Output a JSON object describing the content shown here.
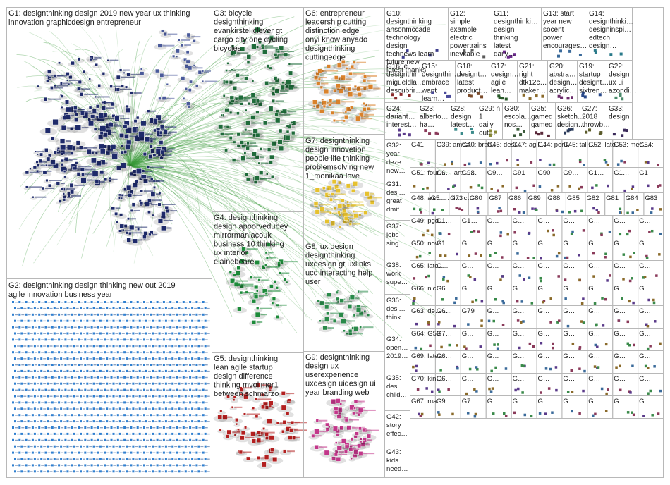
{
  "groups": [
    {
      "id": "G1",
      "label": "G1: designthinking design 2019 new year ux thinking innovation graphicdesign entrepreneur",
      "color": "#1e2a6a",
      "kind": "hub"
    },
    {
      "id": "G2",
      "label": "G2: designthinking design thinking new out 2019 agile innovation business year",
      "color": "#2f7fd0",
      "kind": "grid"
    },
    {
      "id": "G3",
      "label": "G3: bicycle designthinking evankirstel clever gt cargo city one cycling bicycles",
      "color": "#1f6b3a",
      "kind": "cluster"
    },
    {
      "id": "G4",
      "label": "G4: designthinking design apoorvedubey mirrormaniacouk business 10 thinking ux interior elainebeare",
      "color": "#1d8a3a",
      "kind": "cluster"
    },
    {
      "id": "G5",
      "label": "G5: designthinking lean agile startup design difference thinking mvollmer1 between schmarzo",
      "color": "#b32020",
      "kind": "cluster"
    },
    {
      "id": "G6",
      "label": "G6: entrepreneur leadership cutting distinction edge onyi know anyado designthinking cuttingedge",
      "color": "#d9822b",
      "kind": "cluster"
    },
    {
      "id": "G7",
      "label": "G7: designthinking design innovetion people life thinking problemsolving new 1_monikaa love",
      "color": "#e6c12e",
      "kind": "cluster"
    },
    {
      "id": "G8",
      "label": "G8: ux design designthinking uxdesign gt uxlinks ucd interacting help user",
      "color": "#2a8a4a",
      "kind": "cluster"
    },
    {
      "id": "G9",
      "label": "G9: designthinking design ux userexperience uxdesign uidesign ui year branding web",
      "color": "#c2378a",
      "kind": "cluster"
    },
    {
      "id": "G10",
      "label": "G10: designthinking ansonmccade technology design technews learn future new latest thanks",
      "color": "#3b3b8a",
      "kind": "small"
    },
    {
      "id": "G12",
      "label": "G12: simple example electric powertrains inevitable",
      "color": "#5a5a5a",
      "kind": "small"
    },
    {
      "id": "G11",
      "label": "G11: designthinki… design thinking latest daily…",
      "color": "#6a2a8a",
      "kind": "small"
    },
    {
      "id": "G13",
      "label": "G13: start year new socent power encourages…",
      "color": "#3a6a9a",
      "kind": "small"
    },
    {
      "id": "G14",
      "label": "G14: designthinki… designinspi… edtech design…",
      "color": "#2a7a8a",
      "kind": "small"
    },
    {
      "id": "G16",
      "label": "G16: e designthin… migueldla… descubrir…",
      "color": "#8a2a2a",
      "kind": "small"
    },
    {
      "id": "G15",
      "label": "G15: designthin… embrace want learn…",
      "color": "#4a4a9a",
      "kind": "small"
    },
    {
      "id": "G18",
      "label": "G18: designt… latest product…",
      "color": "#7a4a2a",
      "kind": "small"
    },
    {
      "id": "G17",
      "label": "G17: design… agile lean…",
      "color": "#2a5a2a",
      "kind": "small"
    },
    {
      "id": "G21",
      "label": "G21: right dtk12c… maker…",
      "color": "#8a6a2a",
      "kind": "small"
    },
    {
      "id": "G20",
      "label": "G20: abstra… design… acrylic…",
      "color": "#6a2a6a",
      "kind": "small"
    },
    {
      "id": "G19",
      "label": "G19: startup designt… sixtren…",
      "color": "#2a4a8a",
      "kind": "small"
    },
    {
      "id": "G22",
      "label": "G22: design ux ui azondi…",
      "color": "#4a8a6a",
      "kind": "small"
    },
    {
      "id": "G24",
      "label": "G24: dariaht… interest…",
      "color": "#5a3a8a",
      "kind": "small"
    },
    {
      "id": "G23",
      "label": "G23: alberto… ha…",
      "color": "#8a3a5a",
      "kind": "small"
    },
    {
      "id": "G28",
      "label": "G28: design latest…",
      "color": "#3a8a8a",
      "kind": "small"
    },
    {
      "id": "G29",
      "label": "G29: n 1 daily out…",
      "color": "#8a8a3a",
      "kind": "small"
    },
    {
      "id": "G30",
      "label": "G30: escola… nos…",
      "color": "#3a5a3a",
      "kind": "small"
    },
    {
      "id": "G25",
      "label": "G25: gamed… gamed…",
      "color": "#5a2a3a",
      "kind": "small"
    },
    {
      "id": "G26",
      "label": "G26: sketch… design…",
      "color": "#2a3a5a",
      "kind": "small"
    },
    {
      "id": "G27",
      "label": "G27: 2018 throwb…",
      "color": "#5a5a2a",
      "kind": "small"
    },
    {
      "id": "G33",
      "label": "G33: design",
      "color": "#3a2a5a",
      "kind": "small"
    },
    {
      "id": "G32",
      "label": "G32: year deze… new…",
      "color": "#6a6a6a",
      "kind": "small"
    },
    {
      "id": "G31",
      "label": "G31: desi… great dmif…",
      "color": "#4a6a4a",
      "kind": "small"
    },
    {
      "id": "G37",
      "label": "G37: jobs sing…",
      "color": "#6a4a4a",
      "kind": "small"
    },
    {
      "id": "G38",
      "label": "G38: work supe…",
      "color": "#4a4a6a",
      "kind": "small"
    },
    {
      "id": "G36",
      "label": "G36: desi… think…",
      "color": "#5a6a5a",
      "kind": "small"
    },
    {
      "id": "G34",
      "label": "G34: open… 2019…",
      "color": "#6a5a4a",
      "kind": "small"
    },
    {
      "id": "G35",
      "label": "G35: desi… child…",
      "color": "#4a5a6a",
      "kind": "small"
    },
    {
      "id": "G42",
      "label": "G42: story effec…",
      "color": "#6a4a6a",
      "kind": "small"
    },
    {
      "id": "G43",
      "label": "G43: kids need…",
      "color": "#5a5a6a",
      "kind": "small"
    }
  ],
  "tiny_row_labels": [
    [
      "G41",
      "G39: amazo…",
      "G40: brand…",
      "G46: design…",
      "G47: agile…",
      "G44: peru…",
      "G45: taller…",
      "G52: late…",
      "G53: mes…",
      "G54:"
    ],
    [
      "G51: four hea…",
      "G6… artf… pai…",
      "G98",
      "G9…",
      "G91",
      "G90",
      "G9…",
      "G1…",
      "G1…",
      "G1"
    ],
    [
      "G48: aic… lad…",
      "G5… mi… co…",
      "G73",
      "G80",
      "G87",
      "G86",
      "G89",
      "G88",
      "G85",
      "G82",
      "G81",
      "G84",
      "G83"
    ],
    [
      "G49: pgd… ux…",
      "G1…",
      "G1…",
      "G…",
      "G…",
      "G…",
      "G…",
      "G…",
      "G…",
      "G…"
    ],
    [
      "G50: now yo…",
      "G1…",
      "G…",
      "G…",
      "G…",
      "G…",
      "G…",
      "G…",
      "G…",
      "G…"
    ],
    [
      "G65: late…",
      "G…",
      "G…",
      "G…",
      "G…",
      "G…",
      "G…",
      "G…",
      "G…",
      "G…"
    ],
    [
      "G66: nic…",
      "G6…",
      "G…",
      "G…",
      "G…",
      "G…",
      "G…",
      "G…",
      "G…",
      "G…"
    ],
    [
      "G63: de… org…",
      "G6…",
      "G79",
      "G…",
      "G…",
      "G…",
      "G…",
      "G…",
      "G…",
      "G…"
    ],
    [
      "G64: G59",
      "G7…",
      "G…",
      "G…",
      "G…",
      "G…",
      "G…",
      "G…",
      "G…",
      "G…"
    ],
    [
      "G69: late…",
      "G6…",
      "G…",
      "G…",
      "G…",
      "G…",
      "G…",
      "G…",
      "G…",
      "G…"
    ],
    [
      "G70: kin…",
      "G6…",
      "G…",
      "G…",
      "G…",
      "G…",
      "G…",
      "G…",
      "G…",
      "G…"
    ],
    [
      "G67: ma…",
      "G9…",
      "G7…",
      "G…",
      "G…",
      "G…",
      "G…",
      "G…",
      "G…",
      "G…"
    ]
  ],
  "colors": {
    "edge": "#3a9a3a",
    "frame": "#b8b8b8",
    "g1": "#1e2a6a",
    "g2": "#2f7fd0",
    "g3": "#1f6b3a",
    "g5": "#b32020",
    "g6": "#d9822b",
    "g7": "#e6c12e",
    "g9": "#c2378a"
  }
}
